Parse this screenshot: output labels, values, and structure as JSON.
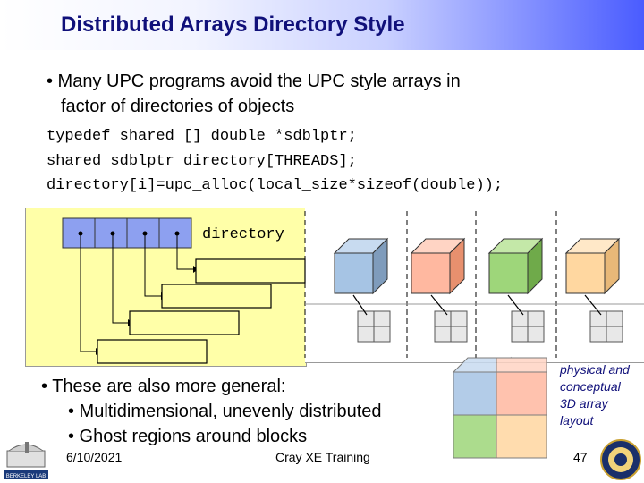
{
  "slide": {
    "title": "Distributed Arrays Directory Style",
    "bullet_1_line1": "• Many UPC programs avoid the UPC style arrays in",
    "bullet_1_line2": "factor of directories of objects",
    "code_line1": "typedef shared [] double *sdblptr;",
    "code_line2": "shared sdblptr directory[THREADS];",
    "code_line3": "directory[i]=upc_alloc(local_size*sizeof(double));",
    "directory_label": "directory",
    "bullet_2": "• These are also more general:",
    "sub_bullet_1": "• Multidimensional, unevenly distributed",
    "sub_bullet_2": "• Ghost regions around blocks",
    "caption_line1": "physical and",
    "caption_line2": "conceptual",
    "caption_line3": "3D array",
    "caption_line4": "layout",
    "footer_date": "6/10/2021",
    "footer_center": "Cray XE Training",
    "page_number": "47",
    "logo_left_text": "BERKELEY LAB"
  },
  "colors": {
    "title": "#10107a",
    "directory_cell": "#8da0f0",
    "cube_blue": "#a6c4e4",
    "cube_red": "#ffb8a0",
    "cube_green": "#9ed67a",
    "cube_orange": "#ffd7a0"
  }
}
